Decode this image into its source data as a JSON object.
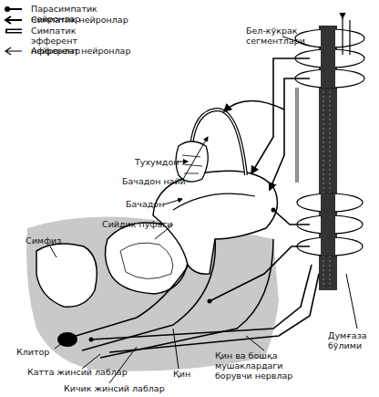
{
  "diagram": {
    "labels": [
      "Бел-кўкрак сегментлари",
      "Тухумдон",
      "Бачадон найи",
      "Бачадон",
      "Сийдик пуфаги",
      "Симфиз",
      "Думғаза бўлими",
      "Қин ва бошқа мушаклардаги борувчи нервлар",
      "Клитор",
      "Катта жинсий лаблар",
      "Кичик жинсий лаблар",
      "Қин"
    ],
    "legend": [
      {
        "text": "Парасимпатик нейронлар"
      },
      {
        "text": "Симпатик нейронлар"
      },
      {
        "text": "Симпатик эфферент нейронлар"
      },
      {
        "text": "Афферент нейронлар"
      }
    ]
  }
}
